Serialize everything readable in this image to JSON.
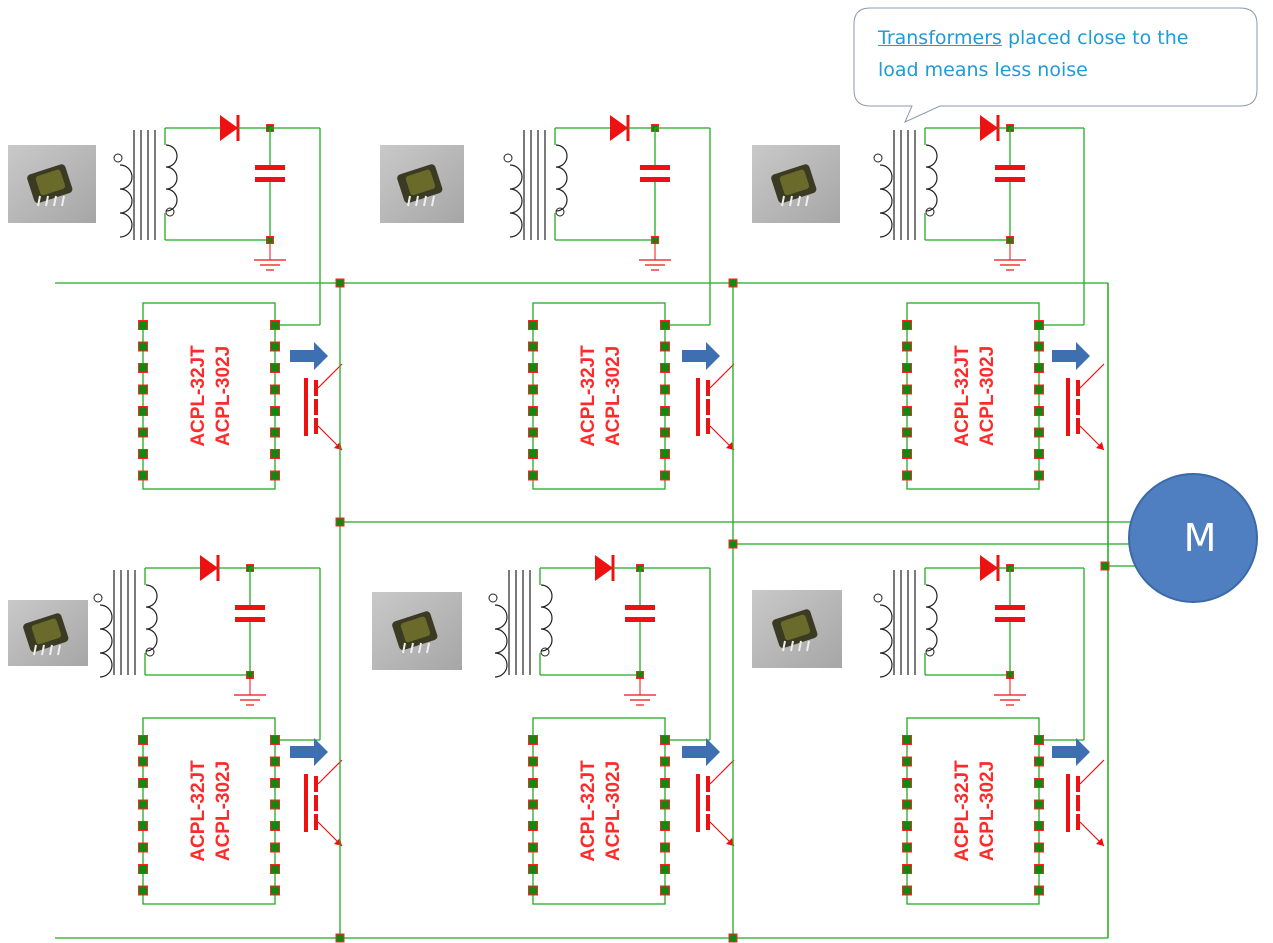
{
  "callout": {
    "link_text": "Transformers",
    "rest_line1": " placed close to the",
    "line2": "load means less noise"
  },
  "motor": {
    "label": "M"
  },
  "chip": {
    "line1": "ACPL-32JT",
    "line2": "ACPL-302J"
  },
  "colors": {
    "wire": "#22aa22",
    "pad": "#118811",
    "pad_border": "#ff2222",
    "component": "#ee1111",
    "chip_text": "#ff2a2a",
    "motor_fill": "#4f7fc0",
    "motor_stroke": "#3a6aa8",
    "arrow": "#3e6fb0",
    "callout_text": "#1f9bd7"
  },
  "cells": [
    {
      "id": "top-left"
    },
    {
      "id": "top-middle"
    },
    {
      "id": "top-right"
    },
    {
      "id": "bottom-left"
    },
    {
      "id": "bottom-middle"
    },
    {
      "id": "bottom-right"
    }
  ]
}
